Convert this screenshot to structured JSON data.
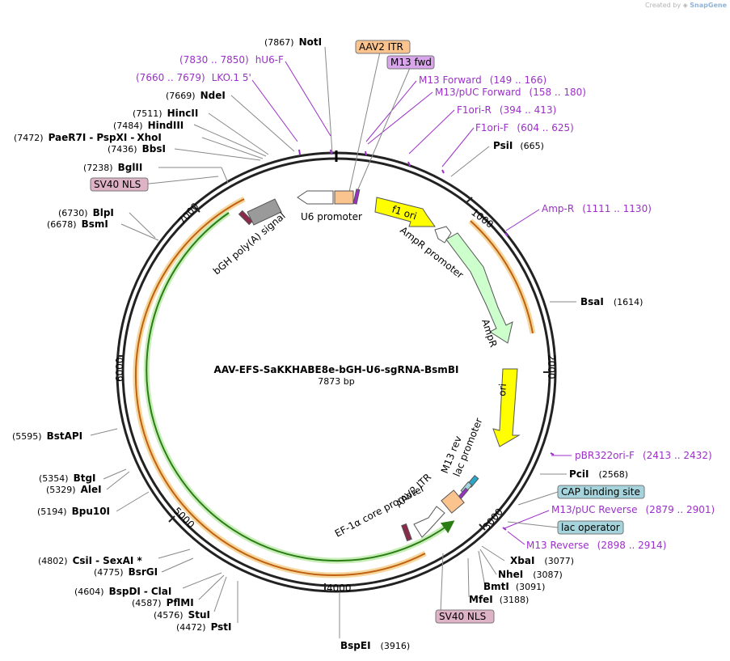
{
  "credit": {
    "created_by": "Created by",
    "brand": "SnapGene"
  },
  "plasmid": {
    "name": "AAV-EFS-SaKKHABE8e-bGH-U6-sgRNA-BsmBI",
    "length_label": "7873 bp",
    "length": 7873
  },
  "ticks": [
    "1000",
    "2000",
    "3000",
    "4000",
    "5000",
    "6000",
    "7000"
  ],
  "sites": [
    {
      "name": "NotI",
      "pos": "(7867)"
    },
    {
      "name": "PsiI",
      "pos": "(665)"
    },
    {
      "name": "BsaI",
      "pos": "(1614)"
    },
    {
      "name": "PciI",
      "pos": "(2568)"
    },
    {
      "name": "XbaI",
      "pos": "(3077)"
    },
    {
      "name": "NheI",
      "pos": "(3087)"
    },
    {
      "name": "BmtI",
      "pos": "(3091)"
    },
    {
      "name": "MfeI",
      "pos": "(3188)"
    },
    {
      "name": "BspEI",
      "pos": "(3916)"
    },
    {
      "name": "PstI",
      "pos": "(4472)"
    },
    {
      "name": "StuI",
      "pos": "(4576)"
    },
    {
      "name": "PflMI",
      "pos": "(4587)"
    },
    {
      "name": "BspDI",
      "pos": "(4604)",
      "alt": "ClaI"
    },
    {
      "name": "BsrGI",
      "pos": "(4775)"
    },
    {
      "name": "CsiI",
      "pos": "(4802)",
      "alt": "SexAI *"
    },
    {
      "name": "Bpu10I",
      "pos": "(5194)"
    },
    {
      "name": "AleI",
      "pos": "(5329)"
    },
    {
      "name": "BtgI",
      "pos": "(5354)"
    },
    {
      "name": "BstAPI",
      "pos": "(5595)"
    },
    {
      "name": "BsmI",
      "pos": "(6678)"
    },
    {
      "name": "BlpI",
      "pos": "(6730)"
    },
    {
      "name": "BglII",
      "pos": "(7238)"
    },
    {
      "name": "BbsI",
      "pos": "(7436)"
    },
    {
      "name": "PaeR7I",
      "pos": "(7472)",
      "alt": "PspXI",
      "alt2": "XhoI"
    },
    {
      "name": "HindIII",
      "pos": "(7484)"
    },
    {
      "name": "HincII",
      "pos": "(7511)"
    },
    {
      "name": "NdeI",
      "pos": "(7669)"
    }
  ],
  "primers": [
    {
      "name": "hU6-F",
      "range": "(7830 .. 7850)"
    },
    {
      "name": "LKO.1 5'",
      "range": "(7660 .. 7679)"
    },
    {
      "name": "M13 Forward",
      "range": "(149 .. 166)"
    },
    {
      "name": "M13/pUC Forward",
      "range": "(158 .. 180)"
    },
    {
      "name": "F1ori-R",
      "range": "(394 .. 413)"
    },
    {
      "name": "F1ori-F",
      "range": "(604 .. 625)"
    },
    {
      "name": "Amp-R",
      "range": "(1111 .. 1130)"
    },
    {
      "name": "pBR322ori-F",
      "range": "(2413 .. 2432)"
    },
    {
      "name": "M13/pUC Reverse",
      "range": "(2879 .. 2901)"
    },
    {
      "name": "M13 Reverse",
      "range": "(2898 .. 2914)"
    }
  ],
  "boxed_labels": [
    {
      "text": "AAV2 ITR",
      "color": "#fbc48f"
    },
    {
      "text": "M13 fwd",
      "color": "#d9a6ec"
    },
    {
      "text": "SV40 NLS",
      "color": "#dfb3c6"
    },
    {
      "text": "SV40 NLS",
      "color": "#dfb3c6"
    },
    {
      "text": "CAP binding site",
      "color": "#a6d4dc"
    },
    {
      "text": "lac operator",
      "color": "#a6d4dc"
    }
  ],
  "features": {
    "u6_promoter": "U6 promoter",
    "f1_ori": "f1 ori",
    "ampr_promoter": "AmpR promoter",
    "ampr": "AmpR",
    "ori": "ori",
    "lac_promoter": "lac promoter",
    "m13_rev": "M13 rev",
    "aav2_itr": "AAV2 ITR",
    "ef1a_core_promoter": "EF-1α core promoter",
    "bgh_polya": "bGH poly(A) signal"
  },
  "colors": {
    "backbone": "#222222",
    "primer": "#9b30c8",
    "ori": "#ffff00",
    "ampr": "#ccffcc",
    "itr": "#fbc48f",
    "cds_outer": "#e8a030",
    "cds_inner": "#4aa82a",
    "bgh": "#9a9a9a"
  }
}
